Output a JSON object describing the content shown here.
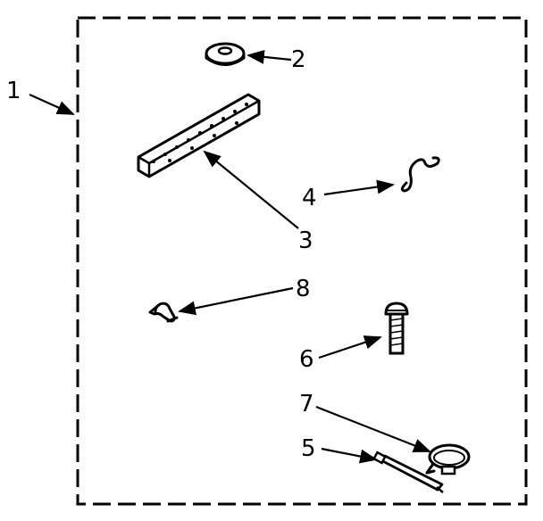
{
  "diagram": {
    "frame_style": "dashed",
    "callouts": [
      {
        "id": "1",
        "label": "1",
        "part": "kit-outline"
      },
      {
        "id": "2",
        "label": "2",
        "part": "washer"
      },
      {
        "id": "3",
        "label": "3",
        "part": "mounting-bracket-strip"
      },
      {
        "id": "4",
        "label": "4",
        "part": "wire-clip"
      },
      {
        "id": "5",
        "label": "5",
        "part": "cable-tie"
      },
      {
        "id": "6",
        "label": "6",
        "part": "screw"
      },
      {
        "id": "7",
        "label": "7",
        "part": "cable-tie-ring"
      },
      {
        "id": "8",
        "label": "8",
        "part": "clamp"
      }
    ]
  }
}
